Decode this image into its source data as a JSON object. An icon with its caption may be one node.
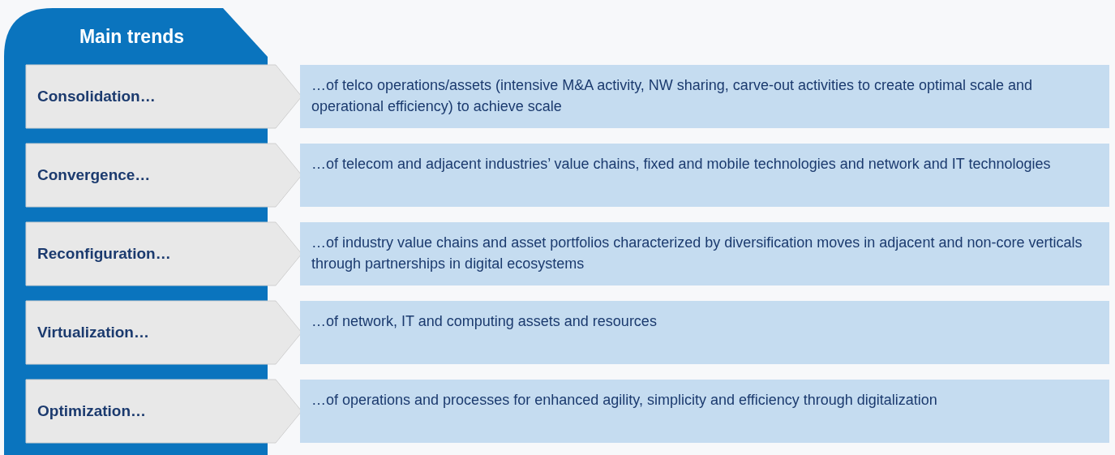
{
  "diagram": {
    "nodes": [
      {
        "text": [
          "Main trends"
        ]
      },
      {
        "text": [
          "Consolidation…"
        ],
        "in": 0
      },
      {
        "text": [
          "Convergence…"
        ],
        "in": 0
      },
      {
        "text": [
          "Reconfiguration…"
        ],
        "in": 0
      },
      {
        "text": [
          "Virtualization…"
        ],
        "in": 0
      },
      {
        "text": [
          "Optimization…"
        ],
        "in": 0
      },
      {
        "text": [
          "…of telco operations/assets (intensive M&A activity, NW sharing, carve-out activities to create optimal scale and operational efficiency) to achieve scale"
        ]
      },
      {
        "text": [
          "…of telecom and adjacent industries’ value chains, fixed and mobile technologies and network and IT technologies"
        ]
      },
      {
        "text": [
          "…of industry value chains and asset portfolios characterized by diversification moves in adjacent and non-core verticals through partnerships in digital ecosystems"
        ]
      },
      {
        "text": [
          "…of network, IT and computing assets and resources"
        ]
      },
      {
        "text": [
          "…of operations and processes for enhanced agility, simplicity and efficiency through digitalization"
        ]
      }
    ]
  }
}
